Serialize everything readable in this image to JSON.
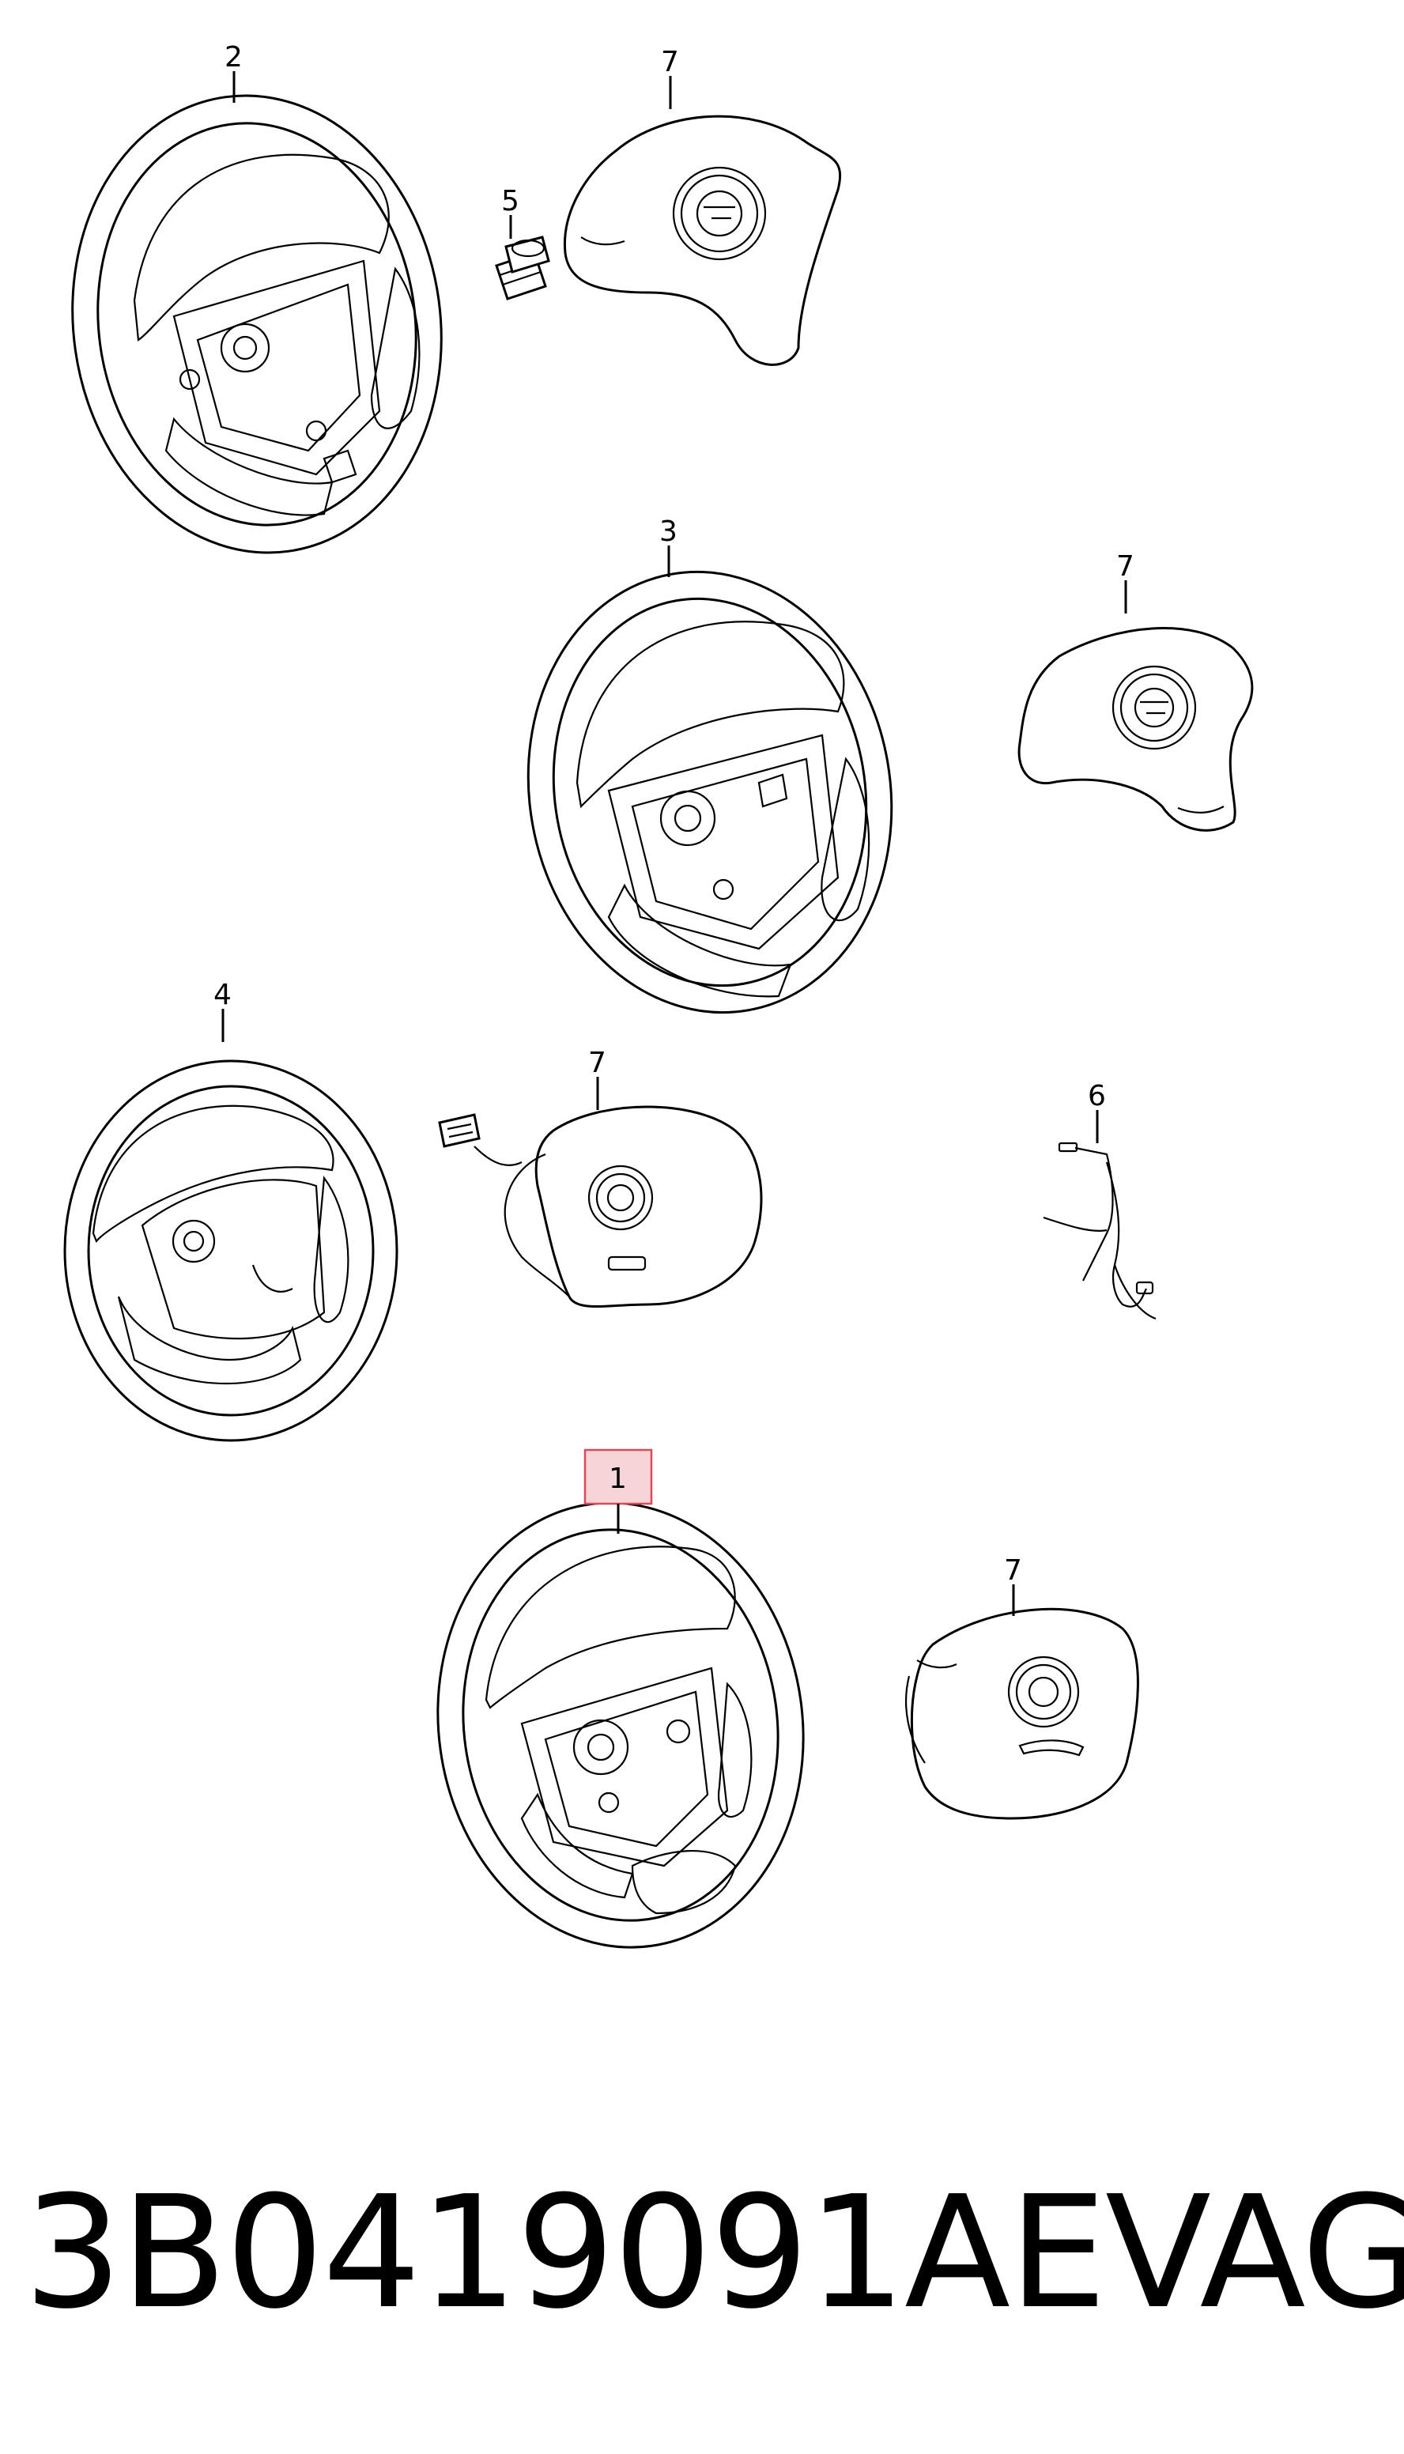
{
  "parts": {
    "p2": {
      "label": "2"
    },
    "p5": {
      "label": "5"
    },
    "p7a": {
      "label": "7"
    },
    "p3": {
      "label": "3"
    },
    "p7b": {
      "label": "7"
    },
    "p4": {
      "label": "4"
    },
    "p7c": {
      "label": "7"
    },
    "p6": {
      "label": "6"
    },
    "p1": {
      "label": "1",
      "highlighted": true
    },
    "p7d": {
      "label": "7"
    }
  },
  "footer": {
    "part_number": "3B0419091AE",
    "brand": "VAG"
  },
  "colors": {
    "highlight_fill": "#f7d4d8",
    "highlight_stroke": "#d94a5a",
    "line": "#000000"
  }
}
